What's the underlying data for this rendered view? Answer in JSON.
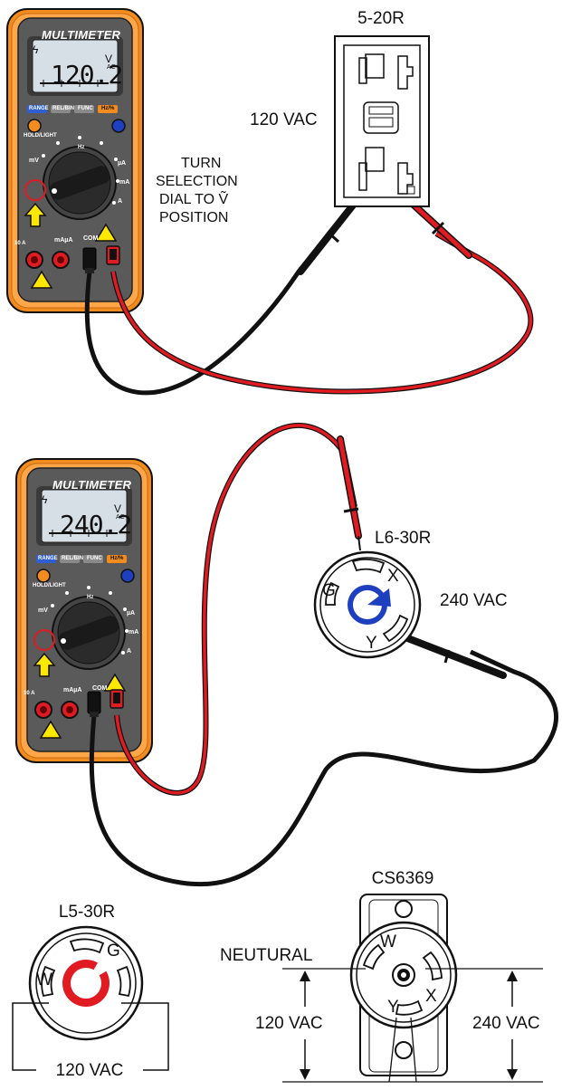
{
  "meters": [
    {
      "brand": "MULTIMETER",
      "reading": "120.2",
      "unit": "V",
      "unit_sub": "AC",
      "buttons": [
        "RANGE",
        "REL/BIN",
        "FUNC",
        "Hz/%"
      ],
      "hold_label": "HOLD/LIGHT",
      "dial_labels": [
        "mV",
        "Hz",
        "µA",
        "mA",
        "A"
      ],
      "ports": [
        "10 A",
        "mAµA",
        "COM"
      ]
    },
    {
      "brand": "MULTIMETER",
      "reading": "240.2",
      "unit": "V",
      "unit_sub": "AC",
      "buttons": [
        "RANGE",
        "REL/BIN",
        "FUNC",
        "Hz/%"
      ],
      "hold_label": "HOLD/LIGHT",
      "dial_labels": [
        "mV",
        "Hz",
        "µA",
        "mA",
        "A"
      ],
      "ports": [
        "10 A",
        "mAµA",
        "COM"
      ]
    }
  ],
  "outlet_5_20r": {
    "name": "5-20R",
    "voltage": "120 VAC"
  },
  "instruction": {
    "line1": "TURN",
    "line2": "SELECTION",
    "line3": "DIAL TO Ṽ",
    "line4": "POSITION"
  },
  "outlet_l6_30r": {
    "name": "L6-30R",
    "voltage": "240 VAC",
    "terminals": [
      "X",
      "G",
      "Y"
    ]
  },
  "outlet_l5_30r": {
    "name": "L5-30R",
    "voltage": "120 VAC",
    "terminals": [
      "G",
      "W"
    ]
  },
  "outlet_cs6369": {
    "name": "CS6369",
    "neutral_label": "NEUTURAL",
    "voltage_left": "120 VAC",
    "voltage_right": "240 VAC",
    "terminals": [
      "W",
      "X",
      "Y"
    ]
  },
  "colors": {
    "meter_body": "#F28C1E",
    "meter_face": "#555555",
    "lcd": "#D6DEE6",
    "probe_red": "#E11B22",
    "probe_black": "#111111",
    "arrow_yellow": "#FFE800",
    "ring_blue": "#1E3FBF"
  }
}
